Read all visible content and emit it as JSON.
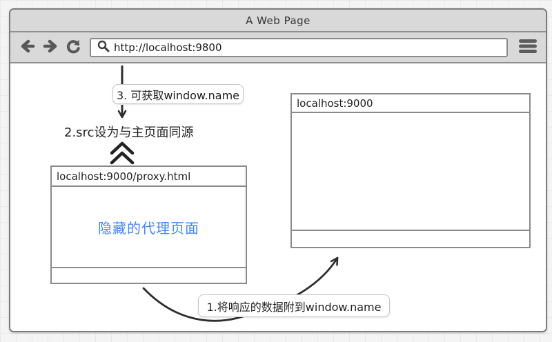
{
  "browser": {
    "title": "A Web Page",
    "url": "http://localhost:9800"
  },
  "diagram": {
    "step3_label": "3. 可获取window.name",
    "step2_label": "2.src设为与主页面同源",
    "step1_label": "1.将响应的数据附到window.name",
    "proxy_frame": {
      "address": "localhost:9000/proxy.html",
      "body_text": "隐藏的代理页面"
    },
    "main_frame": {
      "address": "localhost:9000"
    },
    "colors": {
      "proxy_text_blue": "#4285f4",
      "arrow_dark": "#2e2e2e",
      "chrome_gray": "#d9d9d9"
    }
  }
}
